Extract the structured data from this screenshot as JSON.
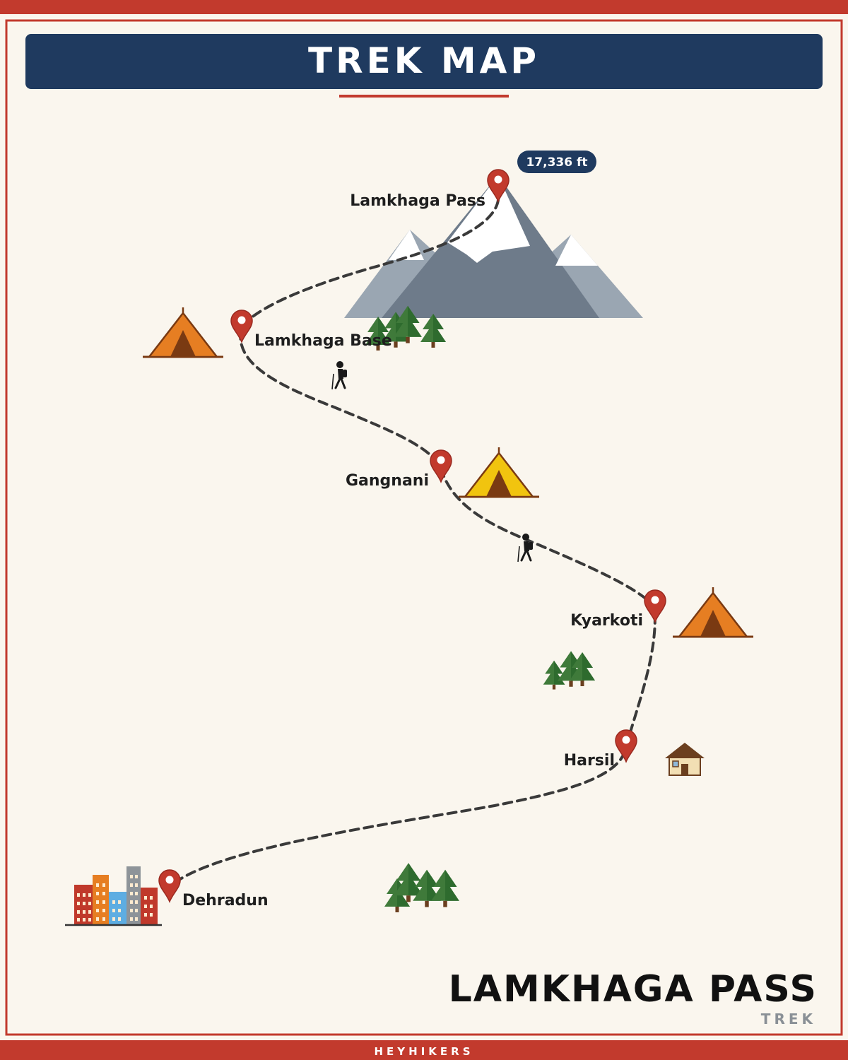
{
  "header": {
    "title": "TREK MAP"
  },
  "summit_badge": {
    "text": "17,336 ft"
  },
  "waypoints": [
    {
      "name": "Lamkhaga Pass"
    },
    {
      "name": "Lamkhaga Base"
    },
    {
      "name": "Gangnani"
    },
    {
      "name": "Kyarkoti"
    },
    {
      "name": "Harsil"
    },
    {
      "name": "Dehradun"
    }
  ],
  "footer_title": {
    "main": "LAMKHAGA PASS",
    "sub": "TREK"
  },
  "brand": {
    "text": "HEYHIKERS"
  },
  "colors": {
    "brand_red": "#c23a2d",
    "header_navy": "#1f3a5f",
    "background": "#faf6ee",
    "trail": "#3a3a3a",
    "tent_orange": "#e67e22",
    "tent_yellow": "#f1c40f",
    "tree_green": "#2e6b2e",
    "mountain_gray": "#6e7b8a"
  }
}
